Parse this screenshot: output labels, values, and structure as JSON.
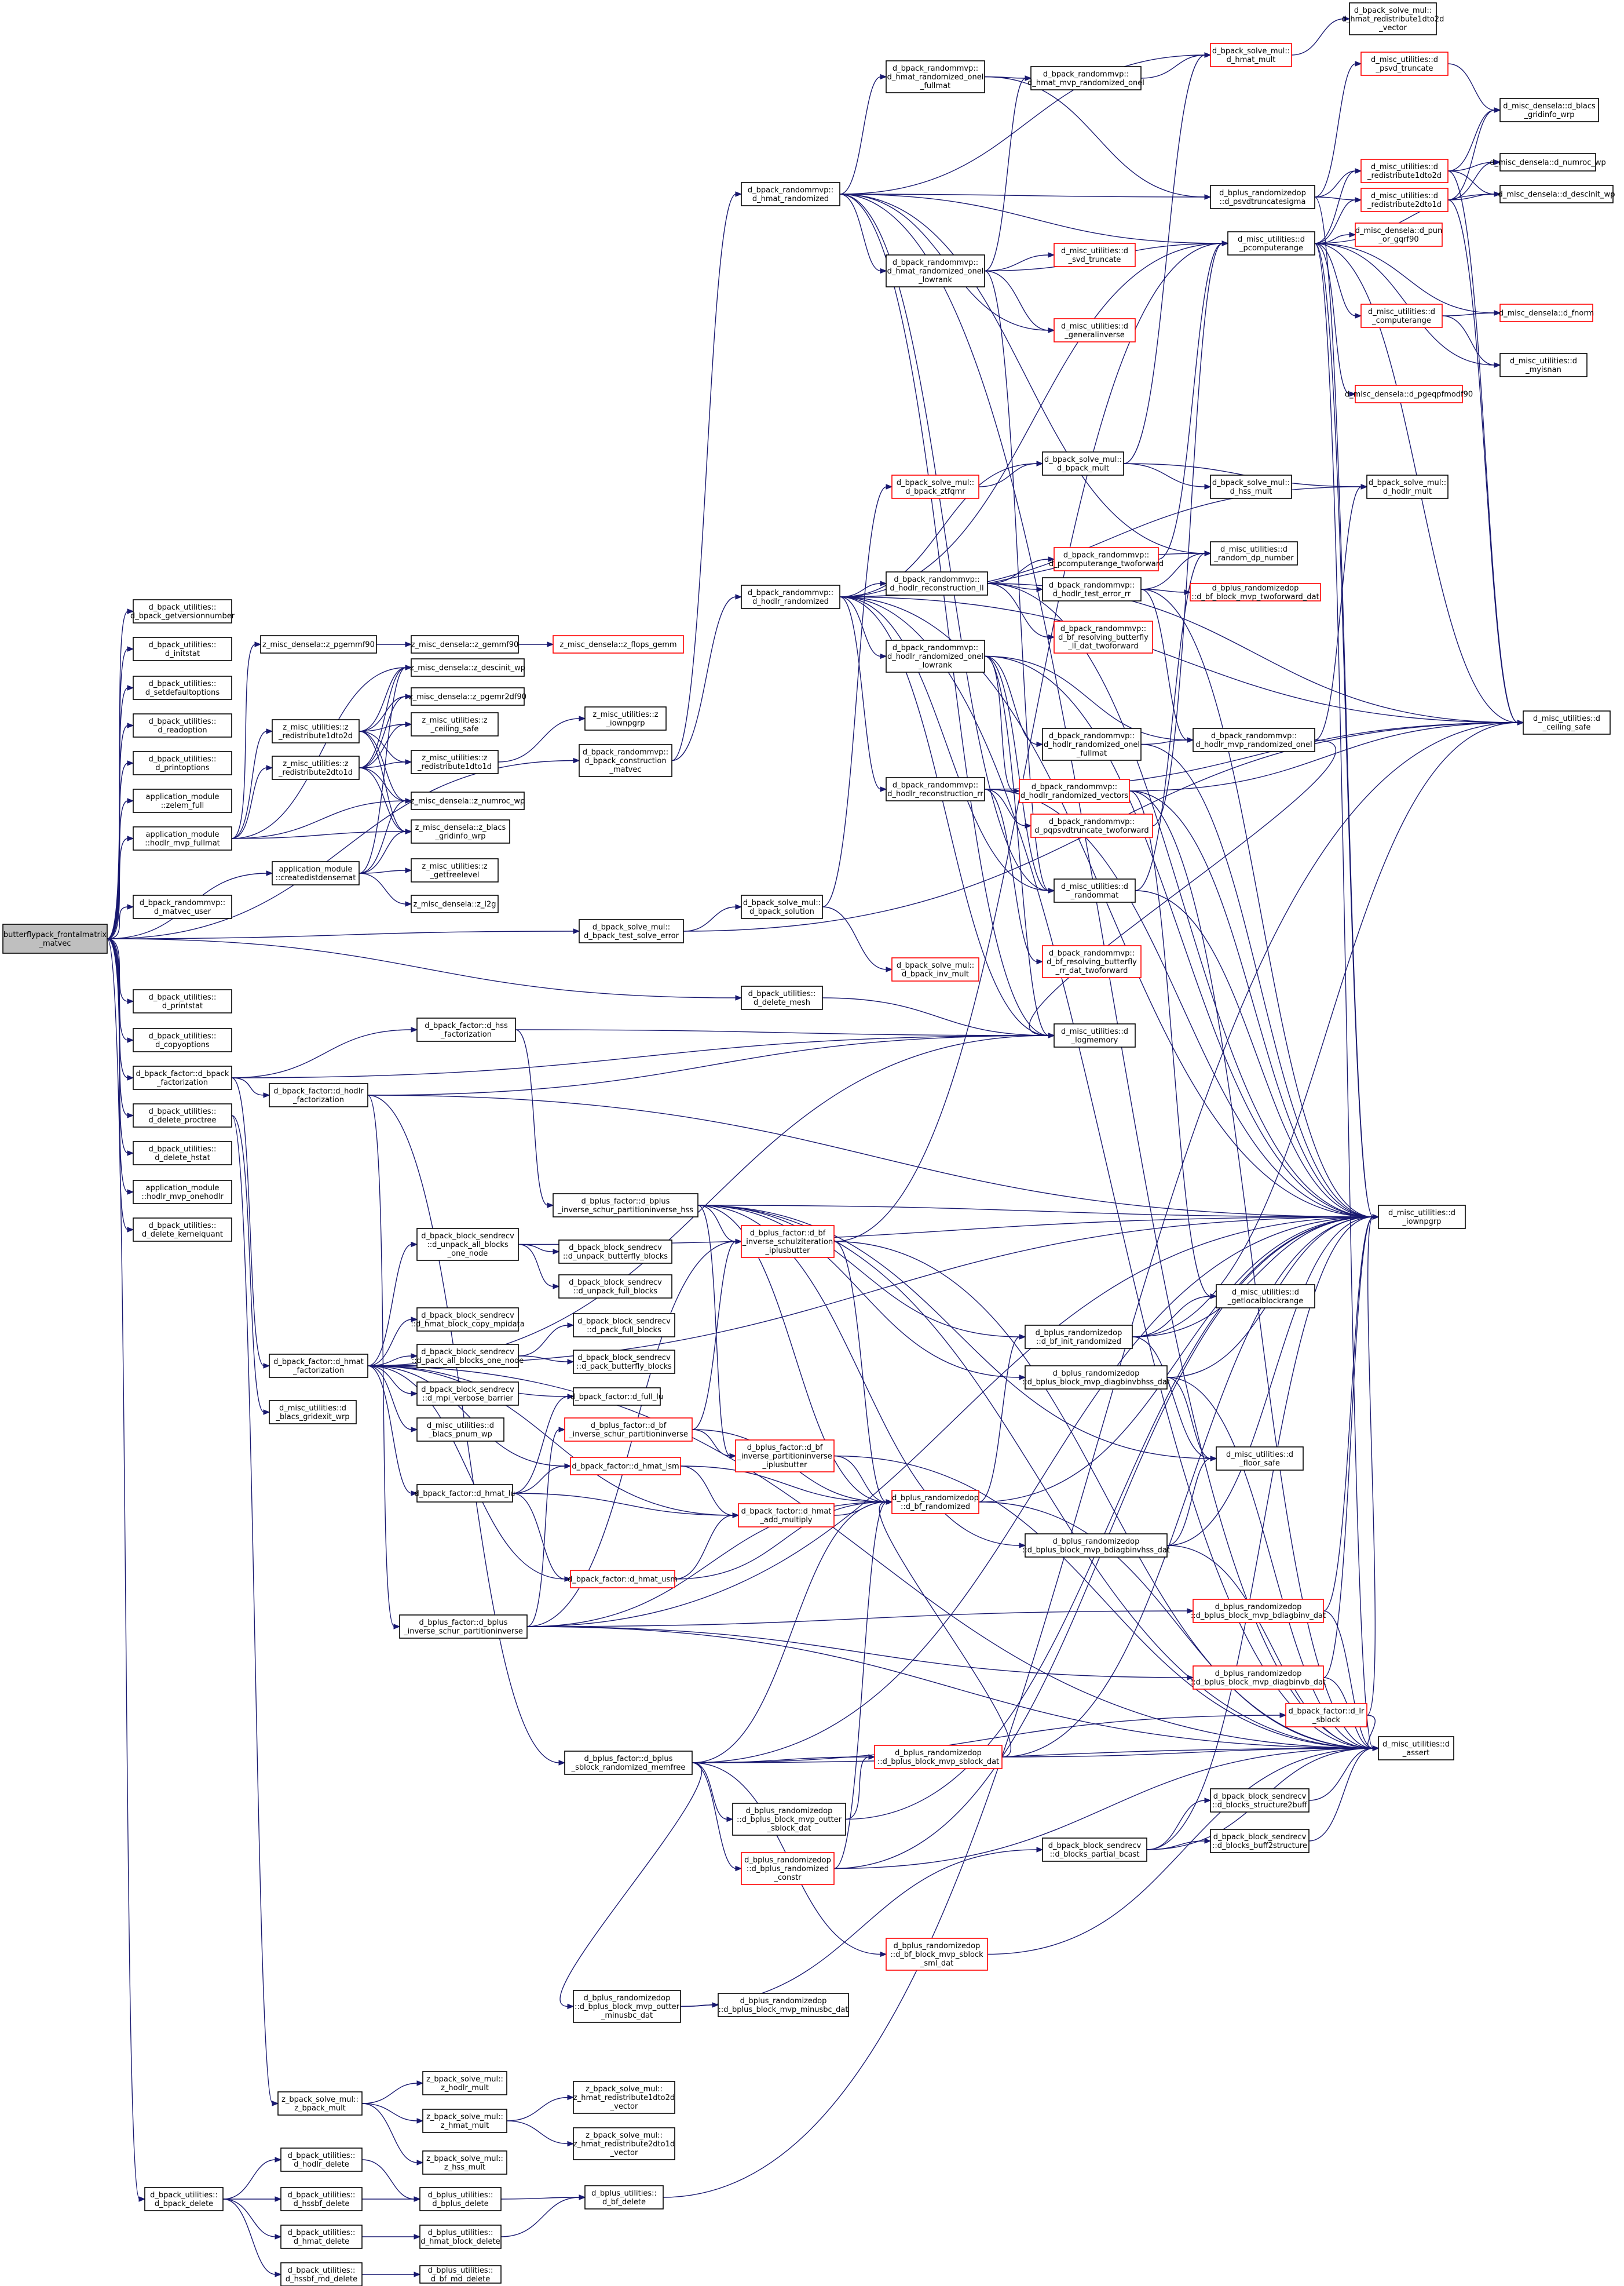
{
  "colors": {
    "edge": "#191970",
    "node_border": "#000000",
    "link_border": "#ff0000",
    "root_fill": "#bfbfbf",
    "background": "#ffffff"
  },
  "nodes": [
    {
      "id": "root",
      "lines": [
        "butterflypack_frontalmatrix",
        "_matvec"
      ],
      "style": "root"
    },
    {
      "id": "n1",
      "lines": [
        "d_bpack_utilities::",
        "d_bpack_getversionnumber"
      ],
      "style": "normal"
    },
    {
      "id": "n2",
      "lines": [
        "d_bpack_utilities::",
        "d_initstat"
      ],
      "style": "normal"
    },
    {
      "id": "n3",
      "lines": [
        "d_bpack_utilities::",
        "d_setdefaultoptions"
      ],
      "style": "normal"
    },
    {
      "id": "n4",
      "lines": [
        "d_bpack_utilities::",
        "d_readoption"
      ],
      "style": "normal"
    },
    {
      "id": "n5",
      "lines": [
        "d_bpack_utilities::",
        "d_printoptions"
      ],
      "style": "normal"
    },
    {
      "id": "n6",
      "lines": [
        "application_module",
        "::zelem_full"
      ],
      "style": "normal"
    },
    {
      "id": "n7",
      "lines": [
        "application_module",
        "::hodlr_mvp_fullmat"
      ],
      "style": "normal"
    },
    {
      "id": "n8",
      "lines": [
        "d_bpack_randommvp::",
        "d_matvec_user"
      ],
      "style": "normal"
    },
    {
      "id": "n9",
      "lines": [
        "d_bpack_utilities::",
        "d_printstat"
      ],
      "style": "normal"
    },
    {
      "id": "n10",
      "lines": [
        "d_bpack_utilities::",
        "d_copyoptions"
      ],
      "style": "normal"
    },
    {
      "id": "n11",
      "lines": [
        "d_bpack_factor::d_bpack",
        "_factorization"
      ],
      "style": "normal"
    },
    {
      "id": "n12",
      "lines": [
        "d_bpack_utilities::",
        "d_delete_proctree"
      ],
      "style": "normal"
    },
    {
      "id": "n13",
      "lines": [
        "d_bpack_utilities::",
        "d_delete_hstat"
      ],
      "style": "normal"
    },
    {
      "id": "n14",
      "lines": [
        "application_module",
        "::hodlr_mvp_onehodlr"
      ],
      "style": "normal"
    },
    {
      "id": "n15",
      "lines": [
        "d_bpack_utilities::",
        "d_delete_kernelquant"
      ],
      "style": "normal"
    },
    {
      "id": "n16",
      "lines": [
        "z_misc_densela::z_pgemmf90"
      ],
      "style": "normal"
    },
    {
      "id": "n17",
      "lines": [
        "z_misc_densela::z_gemmf90"
      ],
      "style": "normal"
    },
    {
      "id": "n18",
      "lines": [
        "z_misc_densela::z_flops_gemm"
      ],
      "style": "red"
    },
    {
      "id": "n19",
      "lines": [
        "z_misc_densela::z_descinit_wp"
      ],
      "style": "normal"
    },
    {
      "id": "n20",
      "lines": [
        "z_misc_densela::z_pgemr2df90"
      ],
      "style": "normal"
    },
    {
      "id": "n21",
      "lines": [
        "z_misc_utilities::z",
        "_redistribute1dto2d"
      ],
      "style": "normal"
    },
    {
      "id": "n22",
      "lines": [
        "z_misc_utilities::z",
        "_ceiling_safe"
      ],
      "style": "normal"
    },
    {
      "id": "n23",
      "lines": [
        "z_misc_utilities::z",
        "_redistribute2dto1d"
      ],
      "style": "normal"
    },
    {
      "id": "n24",
      "lines": [
        "z_misc_utilities::z",
        "_redistribute1dto1d"
      ],
      "style": "normal"
    },
    {
      "id": "n25",
      "lines": [
        "z_misc_utilities::z",
        "_iownpgrp"
      ],
      "style": "normal"
    },
    {
      "id": "n26",
      "lines": [
        "z_misc_densela::z_numroc_wp"
      ],
      "style": "normal"
    },
    {
      "id": "n27",
      "lines": [
        "z_misc_densela::z_blacs",
        "_gridinfo_wrp"
      ],
      "style": "normal"
    },
    {
      "id": "n28",
      "lines": [
        "application_module",
        "::createdistdensemat"
      ],
      "style": "normal"
    },
    {
      "id": "n29",
      "lines": [
        "z_misc_utilities::z",
        "_gettreelevel"
      ],
      "style": "normal"
    },
    {
      "id": "n30",
      "lines": [
        "z_misc_densela::z_l2g"
      ],
      "style": "normal"
    },
    {
      "id": "n31",
      "lines": [
        "d_bpack_randommvp::",
        "d_bpack_construction",
        "_matvec"
      ],
      "style": "normal"
    },
    {
      "id": "n32",
      "lines": [
        "d_bpack_solve_mul::",
        "d_bpack_test_solve_error"
      ],
      "style": "normal"
    },
    {
      "id": "n33",
      "lines": [
        "d_bpack_solve_mul::",
        "d_bpack_solution"
      ],
      "style": "normal"
    },
    {
      "id": "n34",
      "lines": [
        "d_bpack_solve_mul::",
        "d_bpack_inv_mult"
      ],
      "style": "red"
    },
    {
      "id": "n35",
      "lines": [
        "d_bpack_utilities::",
        "d_delete_mesh"
      ],
      "style": "normal"
    },
    {
      "id": "n36",
      "lines": [
        "d_bpack_factor::d_hss",
        "_factorization"
      ],
      "style": "normal"
    },
    {
      "id": "n37",
      "lines": [
        "d_bpack_factor::d_hodlr",
        "_factorization"
      ],
      "style": "normal"
    },
    {
      "id": "n38",
      "lines": [
        "d_bpack_factor::d_hmat",
        "_factorization"
      ],
      "style": "normal"
    },
    {
      "id": "n39",
      "lines": [
        "d_misc_utilities::d",
        "_blacs_gridexit_wrp"
      ],
      "style": "normal"
    },
    {
      "id": "n40",
      "lines": [
        "d_bpack_randommvp::",
        "d_hmat_randomized"
      ],
      "style": "normal"
    },
    {
      "id": "n41",
      "lines": [
        "d_bpack_randommvp::",
        "d_hmat_randomized_onel",
        "_fullmat"
      ],
      "style": "normal"
    },
    {
      "id": "n42",
      "lines": [
        "d_bpack_randommvp::",
        "d_hmat_mvp_randomized_onel"
      ],
      "style": "normal"
    },
    {
      "id": "n43",
      "lines": [
        "d_bpack_solve_mul::",
        "d_hmat_mult"
      ],
      "style": "red"
    },
    {
      "id": "n44",
      "lines": [
        "d_bpack_solve_mul::",
        "d_hmat_redistribute1dto2d",
        "_vector"
      ],
      "style": "normal"
    },
    {
      "id": "n45",
      "lines": [
        "d_bpack_randommvp::",
        "d_hmat_randomized_onel",
        "_lowrank"
      ],
      "style": "normal"
    },
    {
      "id": "n46",
      "lines": [
        "d_misc_utilities::d",
        "_svd_truncate"
      ],
      "style": "red"
    },
    {
      "id": "n47",
      "lines": [
        "d_misc_utilities::d",
        "_generalinverse"
      ],
      "style": "red"
    },
    {
      "id": "n48",
      "lines": [
        "d_bplus_randomizedop",
        "::d_psvdtruncatesigma"
      ],
      "style": "normal"
    },
    {
      "id": "n49",
      "lines": [
        "d_misc_utilities::d",
        "_psvd_truncate"
      ],
      "style": "red"
    },
    {
      "id": "n50",
      "lines": [
        "d_misc_densela::d_blacs",
        "_gridinfo_wrp"
      ],
      "style": "normal"
    },
    {
      "id": "n51",
      "lines": [
        "d_misc_utilities::d",
        "_redistribute1dto2d"
      ],
      "style": "red"
    },
    {
      "id": "n52",
      "lines": [
        "d_misc_densela::d_numroc_wp"
      ],
      "style": "normal"
    },
    {
      "id": "n53",
      "lines": [
        "d_misc_utilities::d",
        "_redistribute2dto1d"
      ],
      "style": "red"
    },
    {
      "id": "n54",
      "lines": [
        "d_misc_densela::d_descinit_wp"
      ],
      "style": "normal"
    },
    {
      "id": "n55",
      "lines": [
        "d_misc_densela::d_pun",
        "_or_gqrf90"
      ],
      "style": "red"
    },
    {
      "id": "n56",
      "lines": [
        "d_misc_utilities::d",
        "_pcomputerange"
      ],
      "style": "normal"
    },
    {
      "id": "n57",
      "lines": [
        "d_misc_utilities::d",
        "_computerange"
      ],
      "style": "red"
    },
    {
      "id": "n58",
      "lines": [
        "d_misc_densela::d_fnorm"
      ],
      "style": "red"
    },
    {
      "id": "n59",
      "lines": [
        "d_misc_utilities::d",
        "_myisnan"
      ],
      "style": "normal"
    },
    {
      "id": "n60",
      "lines": [
        "d_misc_densela::d_pgeqpfmodf90"
      ],
      "style": "red"
    },
    {
      "id": "n61",
      "lines": [
        "d_bpack_solve_mul::",
        "d_bpack_ztfqmr"
      ],
      "style": "red"
    },
    {
      "id": "n62",
      "lines": [
        "d_bpack_solve_mul::",
        "d_bpack_mult"
      ],
      "style": "normal"
    },
    {
      "id": "n63",
      "lines": [
        "d_bpack_solve_mul::",
        "d_hodlr_mult"
      ],
      "style": "normal"
    },
    {
      "id": "n64",
      "lines": [
        "d_bpack_solve_mul::",
        "d_hss_mult"
      ],
      "style": "normal"
    },
    {
      "id": "n65",
      "lines": [
        "d_misc_utilities::d",
        "_random_dp_number"
      ],
      "style": "normal"
    },
    {
      "id": "n66",
      "lines": [
        "d_bpack_randommvp::",
        "d_pcomputerange_twoforward"
      ],
      "style": "red"
    },
    {
      "id": "n67",
      "lines": [
        "d_bpack_randommvp::",
        "d_hodlr_reconstruction_ll"
      ],
      "style": "normal"
    },
    {
      "id": "n68",
      "lines": [
        "d_bpack_randommvp::",
        "d_hodlr_test_error_rr"
      ],
      "style": "normal"
    },
    {
      "id": "n69",
      "lines": [
        "d_bplus_randomizedop",
        "::d_bf_block_mvp_twoforward_dat"
      ],
      "style": "red"
    },
    {
      "id": "n70",
      "lines": [
        "d_bpack_randommvp::",
        "d_bf_resolving_butterfly",
        "_ll_dat_twoforward"
      ],
      "style": "red"
    },
    {
      "id": "n71",
      "lines": [
        "d_bpack_randommvp::",
        "d_hodlr_randomized"
      ],
      "style": "normal"
    },
    {
      "id": "n72",
      "lines": [
        "d_bpack_randommvp::",
        "d_hodlr_randomized_onel",
        "_lowrank"
      ],
      "style": "normal"
    },
    {
      "id": "n73",
      "lines": [
        "d_bpack_randommvp::",
        "d_hodlr_randomized_onel",
        "_fullmat"
      ],
      "style": "normal"
    },
    {
      "id": "n74",
      "lines": [
        "d_bpack_randommvp::",
        "d_hodlr_mvp_randomized_onel"
      ],
      "style": "normal"
    },
    {
      "id": "n75",
      "lines": [
        "d_misc_utilities::d",
        "_ceiling_safe"
      ],
      "style": "normal"
    },
    {
      "id": "n76",
      "lines": [
        "d_bpack_randommvp::",
        "d_hodlr_reconstruction_rr"
      ],
      "style": "normal"
    },
    {
      "id": "n77",
      "lines": [
        "d_bpack_randommvp::",
        "d_hodlr_randomized_vectors"
      ],
      "style": "red"
    },
    {
      "id": "n78",
      "lines": [
        "d_bpack_randommvp::",
        "d_pqpsvdtruncate_twoforward"
      ],
      "style": "red"
    },
    {
      "id": "n79",
      "lines": [
        "d_misc_utilities::d",
        "_randommat"
      ],
      "style": "normal"
    },
    {
      "id": "n80",
      "lines": [
        "d_bpack_randommvp::",
        "d_bf_resolving_butterfly",
        "_rr_dat_twoforward"
      ],
      "style": "red"
    },
    {
      "id": "n81",
      "lines": [
        "d_misc_utilities::d",
        "_logmemory"
      ],
      "style": "normal"
    },
    {
      "id": "n82",
      "lines": [
        "d_misc_utilities::d",
        "_iownpgrp"
      ],
      "style": "normal"
    },
    {
      "id": "n83",
      "lines": [
        "d_bplus_factor::d_bplus",
        "_inverse_schur_partitioninverse_hss"
      ],
      "style": "normal"
    },
    {
      "id": "n84",
      "lines": [
        "d_bplus_factor::d_bf",
        "_inverse_schulziteration",
        "_iplusbutter"
      ],
      "style": "red"
    },
    {
      "id": "n85",
      "lines": [
        "d_bpack_block_sendrecv",
        "::d_unpack_all_blocks",
        "_one_node"
      ],
      "style": "normal"
    },
    {
      "id": "n86",
      "lines": [
        "d_bpack_block_sendrecv",
        "::d_unpack_butterfly_blocks"
      ],
      "style": "normal"
    },
    {
      "id": "n87",
      "lines": [
        "d_bpack_block_sendrecv",
        "::d_unpack_full_blocks"
      ],
      "style": "normal"
    },
    {
      "id": "n88",
      "lines": [
        "d_misc_utilities::d",
        "_getlocalblockrange"
      ],
      "style": "normal"
    },
    {
      "id": "n89",
      "lines": [
        "d_bplus_randomizedop",
        "::d_bf_init_randomized"
      ],
      "style": "normal"
    },
    {
      "id": "n90",
      "lines": [
        "d_bpack_block_sendrecv",
        "::d_hmat_block_copy_mpidata"
      ],
      "style": "normal"
    },
    {
      "id": "n91",
      "lines": [
        "d_bpack_block_sendrecv",
        "::d_pack_full_blocks"
      ],
      "style": "normal"
    },
    {
      "id": "n92",
      "lines": [
        "d_bpack_block_sendrecv",
        "::d_pack_all_blocks_one_node"
      ],
      "style": "normal"
    },
    {
      "id": "n93",
      "lines": [
        "d_bpack_block_sendrecv",
        "::d_pack_butterfly_blocks"
      ],
      "style": "normal"
    },
    {
      "id": "n94",
      "lines": [
        "d_bplus_randomizedop",
        "::d_bplus_block_mvp_diagbinvbhss_dat"
      ],
      "style": "normal"
    },
    {
      "id": "n95",
      "lines": [
        "d_bpack_block_sendrecv",
        "::d_mpi_verbose_barrier"
      ],
      "style": "normal"
    },
    {
      "id": "n96",
      "lines": [
        "d_bpack_factor::d_full_lu"
      ],
      "style": "normal"
    },
    {
      "id": "n97",
      "lines": [
        "d_misc_utilities::d",
        "_blacs_pnum_wp"
      ],
      "style": "normal"
    },
    {
      "id": "n98",
      "lines": [
        "d_bplus_factor::d_bf",
        "_inverse_schur_partitioninverse"
      ],
      "style": "red"
    },
    {
      "id": "n99",
      "lines": [
        "d_bplus_factor::d_bf",
        "_inverse_partitioninverse",
        "_iplusbutter"
      ],
      "style": "red"
    },
    {
      "id": "n100",
      "lines": [
        "d_misc_utilities::d",
        "_floor_safe"
      ],
      "style": "normal"
    },
    {
      "id": "n101",
      "lines": [
        "d_bpack_factor::d_hmat_lsm"
      ],
      "style": "red"
    },
    {
      "id": "n102",
      "lines": [
        "d_bpack_factor::d_hmat_lu"
      ],
      "style": "normal"
    },
    {
      "id": "n103",
      "lines": [
        "d_bpack_factor::d_hmat",
        "_add_multiply"
      ],
      "style": "red"
    },
    {
      "id": "n104",
      "lines": [
        "d_bplus_randomizedop",
        "::d_bf_randomized"
      ],
      "style": "red"
    },
    {
      "id": "n105",
      "lines": [
        "d_bplus_randomizedop",
        "::d_bplus_block_mvp_bdiagbinvhss_dat"
      ],
      "style": "normal"
    },
    {
      "id": "n106",
      "lines": [
        "d_bpack_factor::d_hmat_usm"
      ],
      "style": "red"
    },
    {
      "id": "n107",
      "lines": [
        "d_bplus_factor::d_bplus",
        "_inverse_schur_partitioninverse"
      ],
      "style": "normal"
    },
    {
      "id": "n108",
      "lines": [
        "d_bplus_randomizedop",
        "::d_bplus_block_mvp_bdiagbinv_dat"
      ],
      "style": "red"
    },
    {
      "id": "n109",
      "lines": [
        "d_bplus_randomizedop",
        "::d_bplus_block_mvp_diagbinvb_dat"
      ],
      "style": "red"
    },
    {
      "id": "n110",
      "lines": [
        "d_bpack_factor::d_lr",
        "_sblock"
      ],
      "style": "red"
    },
    {
      "id": "n111",
      "lines": [
        "d_misc_utilities::d",
        "_assert"
      ],
      "style": "normal"
    },
    {
      "id": "n112",
      "lines": [
        "d_bplus_factor::d_bplus",
        "_sblock_randomized_memfree"
      ],
      "style": "normal"
    },
    {
      "id": "n113",
      "lines": [
        "d_bplus_randomizedop",
        "::d_bplus_block_mvp_sblock_dat"
      ],
      "style": "red"
    },
    {
      "id": "n114",
      "lines": [
        "d_bpack_block_sendrecv",
        "::d_blocks_structure2buff"
      ],
      "style": "normal"
    },
    {
      "id": "n115",
      "lines": [
        "d_bpack_block_sendrecv",
        "::d_blocks_partial_bcast"
      ],
      "style": "normal"
    },
    {
      "id": "n116",
      "lines": [
        "d_bpack_block_sendrecv",
        "::d_blocks_buff2structure"
      ],
      "style": "normal"
    },
    {
      "id": "n117",
      "lines": [
        "d_bplus_randomizedop",
        "::d_bplus_block_mvp_outter",
        "_sblock_dat"
      ],
      "style": "normal"
    },
    {
      "id": "n118",
      "lines": [
        "d_bplus_randomizedop",
        "::d_bplus_randomized",
        "_constr"
      ],
      "style": "red"
    },
    {
      "id": "n119",
      "lines": [
        "d_bplus_randomizedop",
        "::d_bf_block_mvp_sblock",
        "_sml_dat"
      ],
      "style": "red"
    },
    {
      "id": "n120",
      "lines": [
        "d_bplus_randomizedop",
        "::d_bplus_block_mvp_outter",
        "_minusbc_dat"
      ],
      "style": "normal"
    },
    {
      "id": "n121",
      "lines": [
        "d_bplus_randomizedop",
        "::d_bplus_block_mvp_minusbc_dat"
      ],
      "style": "normal"
    },
    {
      "id": "n122",
      "lines": [
        "z_bpack_solve_mul::",
        "z_bpack_mult"
      ],
      "style": "normal"
    },
    {
      "id": "n123",
      "lines": [
        "z_bpack_solve_mul::",
        "z_hodlr_mult"
      ],
      "style": "normal"
    },
    {
      "id": "n124",
      "lines": [
        "z_bpack_solve_mul::",
        "z_hmat_mult"
      ],
      "style": "normal"
    },
    {
      "id": "n125",
      "lines": [
        "z_bpack_solve_mul::",
        "z_hss_mult"
      ],
      "style": "normal"
    },
    {
      "id": "n126",
      "lines": [
        "z_bpack_solve_mul::",
        "z_hmat_redistribute1dto2d",
        "_vector"
      ],
      "style": "normal"
    },
    {
      "id": "n127",
      "lines": [
        "z_bpack_solve_mul::",
        "z_hmat_redistribute2dto1d",
        "_vector"
      ],
      "style": "normal"
    },
    {
      "id": "n128",
      "lines": [
        "d_bpack_utilities::",
        "d_bpack_delete"
      ],
      "style": "normal"
    },
    {
      "id": "n129",
      "lines": [
        "d_bpack_utilities::",
        "d_hodlr_delete"
      ],
      "style": "normal"
    },
    {
      "id": "n130",
      "lines": [
        "d_bpack_utilities::",
        "d_hssbf_delete"
      ],
      "style": "normal"
    },
    {
      "id": "n131",
      "lines": [
        "d_bpack_utilities::",
        "d_hmat_delete"
      ],
      "style": "normal"
    },
    {
      "id": "n132",
      "lines": [
        "d_bpack_utilities::",
        "d_hssbf_md_delete"
      ],
      "style": "normal"
    },
    {
      "id": "n133",
      "lines": [
        "d_bplus_utilities::",
        "d_bplus_delete"
      ],
      "style": "normal"
    },
    {
      "id": "n134",
      "lines": [
        "d_bplus_utilities::",
        "d_hmat_block_delete"
      ],
      "style": "normal"
    },
    {
      "id": "n135",
      "lines": [
        "d_bplus_utilities::",
        "d_bf_md_delete"
      ],
      "style": "normal"
    },
    {
      "id": "n136",
      "lines": [
        "d_bplus_utilities::",
        "d_bf_delete"
      ],
      "style": "normal"
    }
  ]
}
